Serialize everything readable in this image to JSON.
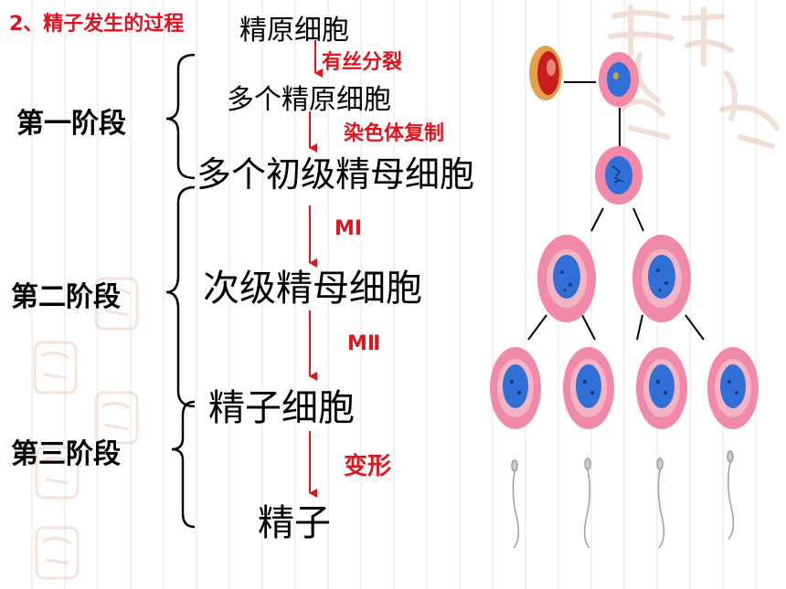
{
  "title": "2、精子发生的过程",
  "stages": {
    "first": "第一阶段",
    "second": "第二阶段",
    "third": "第三阶段"
  },
  "steps": {
    "s1": "精原细胞",
    "s2": "多个精原细胞",
    "s3": "多个初级精母细胞",
    "s4": "次级精母细胞",
    "s5": "精子细胞",
    "s6": "精子"
  },
  "processes": {
    "p1": "有丝分裂",
    "p2": "染色体复制",
    "p3": "MⅠ",
    "p4": "MⅡ",
    "p5": "变形"
  },
  "colors": {
    "accent": "#e0141e",
    "cell_outer": "#f08aa8",
    "cell_inner": "#2f6fd6"
  }
}
